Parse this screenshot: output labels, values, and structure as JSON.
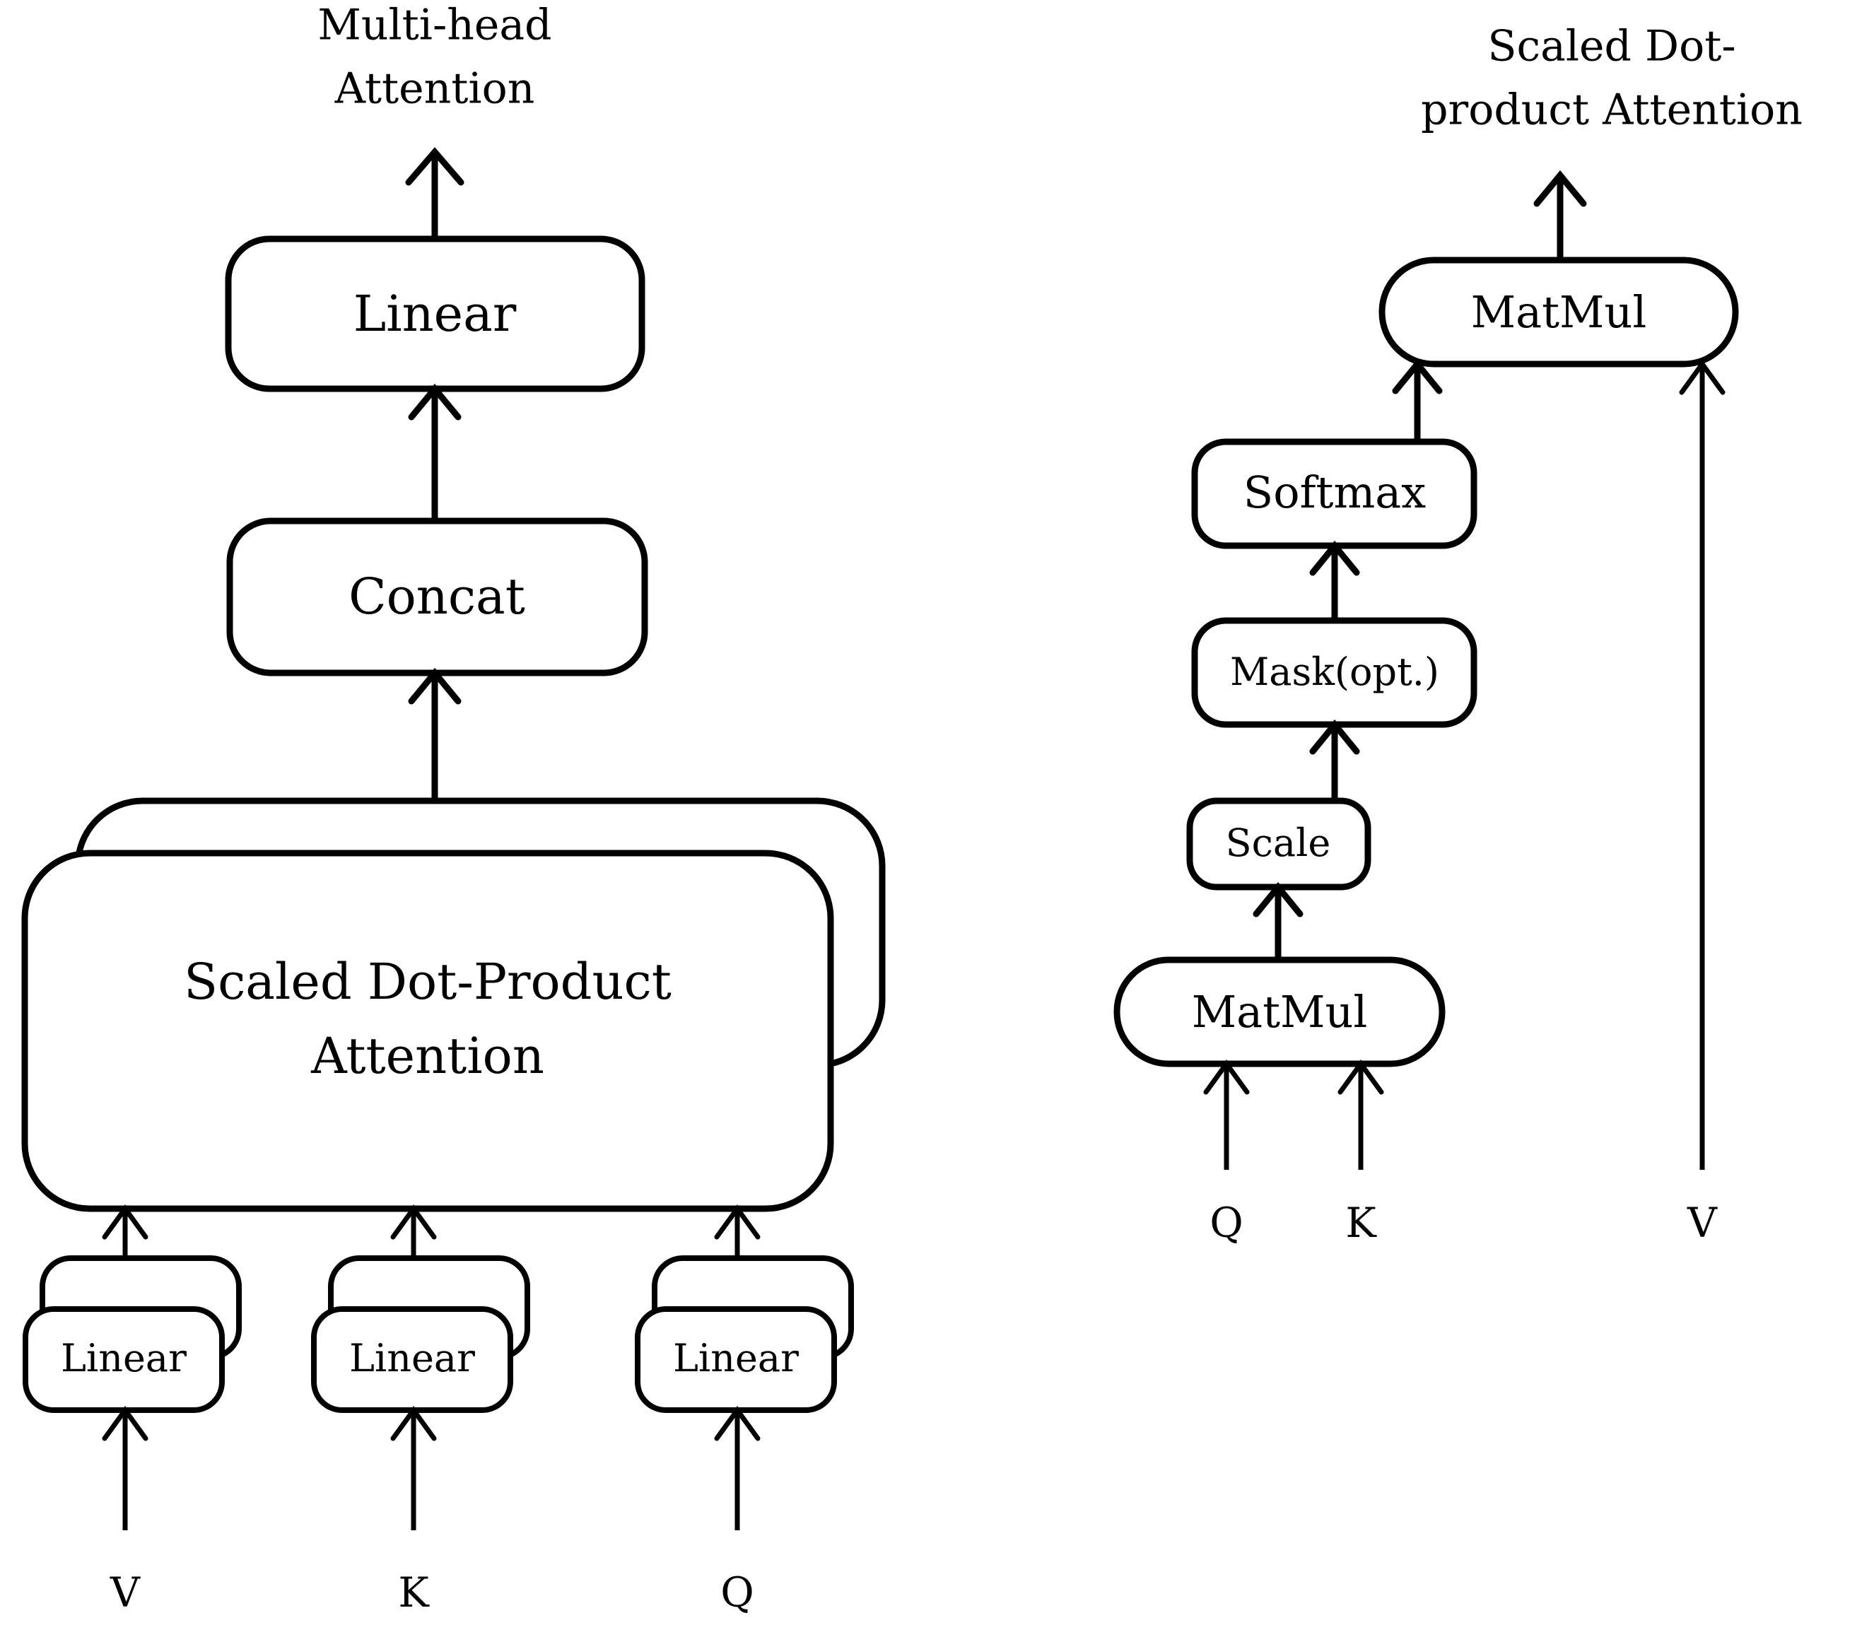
{
  "diagram": {
    "background_color": "#ffffff",
    "stroke_color": "#000000",
    "left_panel": {
      "title_line1": "Multi-head",
      "title_line2": "Attention",
      "nodes": {
        "linear_top": "Linear",
        "concat": "Concat",
        "sdpa_line1": "Scaled Dot-Product",
        "sdpa_line2": "Attention",
        "linear_v": "Linear",
        "linear_k": "Linear",
        "linear_q": "Linear"
      },
      "inputs": {
        "v": "V",
        "k": "K",
        "q": "Q"
      }
    },
    "right_panel": {
      "title_line1": "Scaled Dot-",
      "title_line2": "product Attention",
      "nodes": {
        "matmul_top": "MatMul",
        "softmax": "Softmax",
        "mask": "Mask(opt.)",
        "scale": "Scale",
        "matmul_bottom": "MatMul"
      },
      "inputs": {
        "q": "Q",
        "k": "K",
        "v": "V"
      }
    }
  }
}
